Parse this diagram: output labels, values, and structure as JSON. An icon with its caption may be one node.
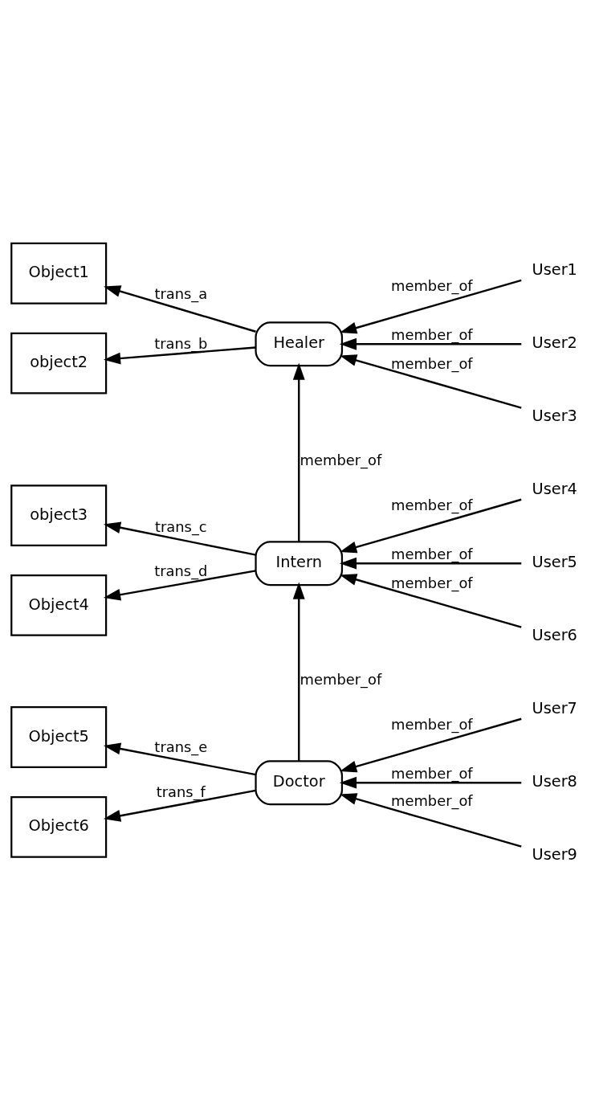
{
  "diagram": {
    "nodes": [
      {
        "text": [
          "Object1"
        ]
      },
      {
        "text": [
          "Healer"
        ]
      },
      {
        "text": [
          "object2"
        ]
      },
      {
        "text": [
          "User1"
        ]
      },
      {
        "text": [
          "User2"
        ]
      },
      {
        "text": [
          "User3"
        ]
      },
      {
        "text": [
          "object3"
        ]
      },
      {
        "text": [
          "Intern"
        ]
      },
      {
        "text": [
          "Object4"
        ]
      },
      {
        "text": [
          "User4"
        ]
      },
      {
        "text": [
          "User5"
        ]
      },
      {
        "text": [
          "User6"
        ]
      },
      {
        "text": [
          "Object5"
        ]
      },
      {
        "text": [
          "Doctor"
        ]
      },
      {
        "text": [
          "Object6"
        ]
      },
      {
        "text": [
          "User7"
        ]
      },
      {
        "text": [
          "User8"
        ]
      },
      {
        "text": [
          "User9"
        ]
      }
    ],
    "edges": [
      {
        "from": 1,
        "to": 0,
        "arrow": "to",
        "label": "trans_a"
      },
      {
        "from": 1,
        "to": 2,
        "arrow": "to",
        "label": "trans_b"
      },
      {
        "from": 3,
        "to": 1,
        "arrow": "to",
        "label": "member_of"
      },
      {
        "from": 4,
        "to": 1,
        "arrow": "to",
        "label": "member_of"
      },
      {
        "from": 5,
        "to": 1,
        "arrow": "to",
        "label": "member_of"
      },
      {
        "from": 7,
        "to": 1,
        "arrow": "to",
        "label": "member_of"
      },
      {
        "from": 7,
        "to": 6,
        "arrow": "to",
        "label": "trans_c"
      },
      {
        "from": 7,
        "to": 8,
        "arrow": "to",
        "label": "trans_d"
      },
      {
        "from": 9,
        "to": 7,
        "arrow": "to",
        "label": "member_of"
      },
      {
        "from": 10,
        "to": 7,
        "arrow": "to",
        "label": "member_of"
      },
      {
        "from": 11,
        "to": 7,
        "arrow": "to",
        "label": "member_of"
      },
      {
        "from": 13,
        "to": 7,
        "arrow": "to",
        "label": "member_of"
      },
      {
        "from": 13,
        "to": 12,
        "arrow": "to",
        "label": "trans_e"
      },
      {
        "from": 13,
        "to": 14,
        "arrow": "to",
        "label": "trans_f"
      },
      {
        "from": 15,
        "to": 13,
        "arrow": "to",
        "label": "member_of"
      },
      {
        "from": 16,
        "to": 13,
        "arrow": "to",
        "label": "member_of"
      },
      {
        "from": 17,
        "to": 13,
        "arrow": "to",
        "label": "member_of"
      }
    ]
  }
}
